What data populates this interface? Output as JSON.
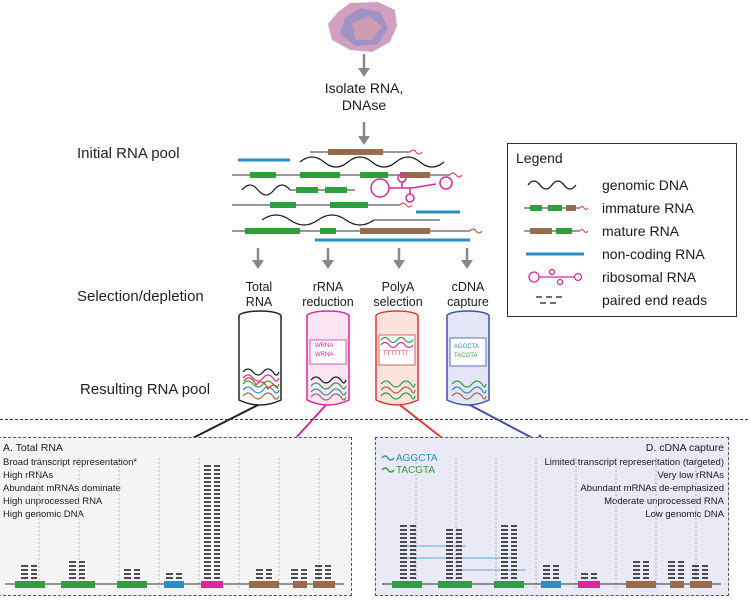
{
  "steps": {
    "isolate": "Isolate RNA,\nDNAse",
    "isolate_line1": "Isolate RNA,",
    "isolate_line2": "DNAse"
  },
  "stage_labels": {
    "initial_pool": "Initial RNA pool",
    "selection": "Selection/depletion",
    "resulting_pool": "Resulting RNA pool"
  },
  "columns": [
    {
      "line1": "Total",
      "line2": "RNA",
      "color": "#222222"
    },
    {
      "line1": "rRNA",
      "line2": "reduction",
      "color": "#d9289c"
    },
    {
      "line1": "PolyA",
      "line2": "selection",
      "color": "#e0392f"
    },
    {
      "line1": "cDNA",
      "line2": "capture",
      "color": "#3d4fb0"
    }
  ],
  "legend": {
    "title": "Legend",
    "items": [
      {
        "label": "genomic DNA",
        "icon": "wavy-line-icon"
      },
      {
        "label": "immature RNA",
        "icon": "long-transcript-icon"
      },
      {
        "label": "mature RNA",
        "icon": "short-transcript-icon"
      },
      {
        "label": "non-coding RNA",
        "icon": "blue-line-icon"
      },
      {
        "label": "ribosomal RNA",
        "icon": "ribosome-icon"
      },
      {
        "label": "paired end reads",
        "icon": "dashes-icon"
      }
    ]
  },
  "panel_a": {
    "title": "A. Total RNA",
    "lines": [
      "Broad transcript representation*",
      "High rRNAs",
      "Abundant mRNAs dominate",
      "High unprocessed RNA",
      "High genomic DNA"
    ]
  },
  "panel_d": {
    "title": "D. cDNA capture",
    "probe1": "AGGCTA",
    "probe2": "TACGTA",
    "lines": [
      "Limited transcript representation (targeted)",
      "Very low rRNAs",
      "Abundant mRNAs de-emphasized",
      "Moderate unprocessed RNA",
      "Low genomic DNA"
    ]
  },
  "tube_text": {
    "rrna1": "WRNA",
    "rrna2": "WRNA",
    "polya": "TTTTTTT",
    "probe1": "AGGCTA",
    "probe2": "TACGTA"
  },
  "colors": {
    "genomic": "#1a1a1a",
    "immature": "#2f9e3c",
    "mature": "#9a6b4a",
    "noncoding": "#2a8fc4",
    "ribosomal": "#d9289c",
    "polya_red": "#e0392f",
    "capture_blue": "#3d4fb0"
  }
}
